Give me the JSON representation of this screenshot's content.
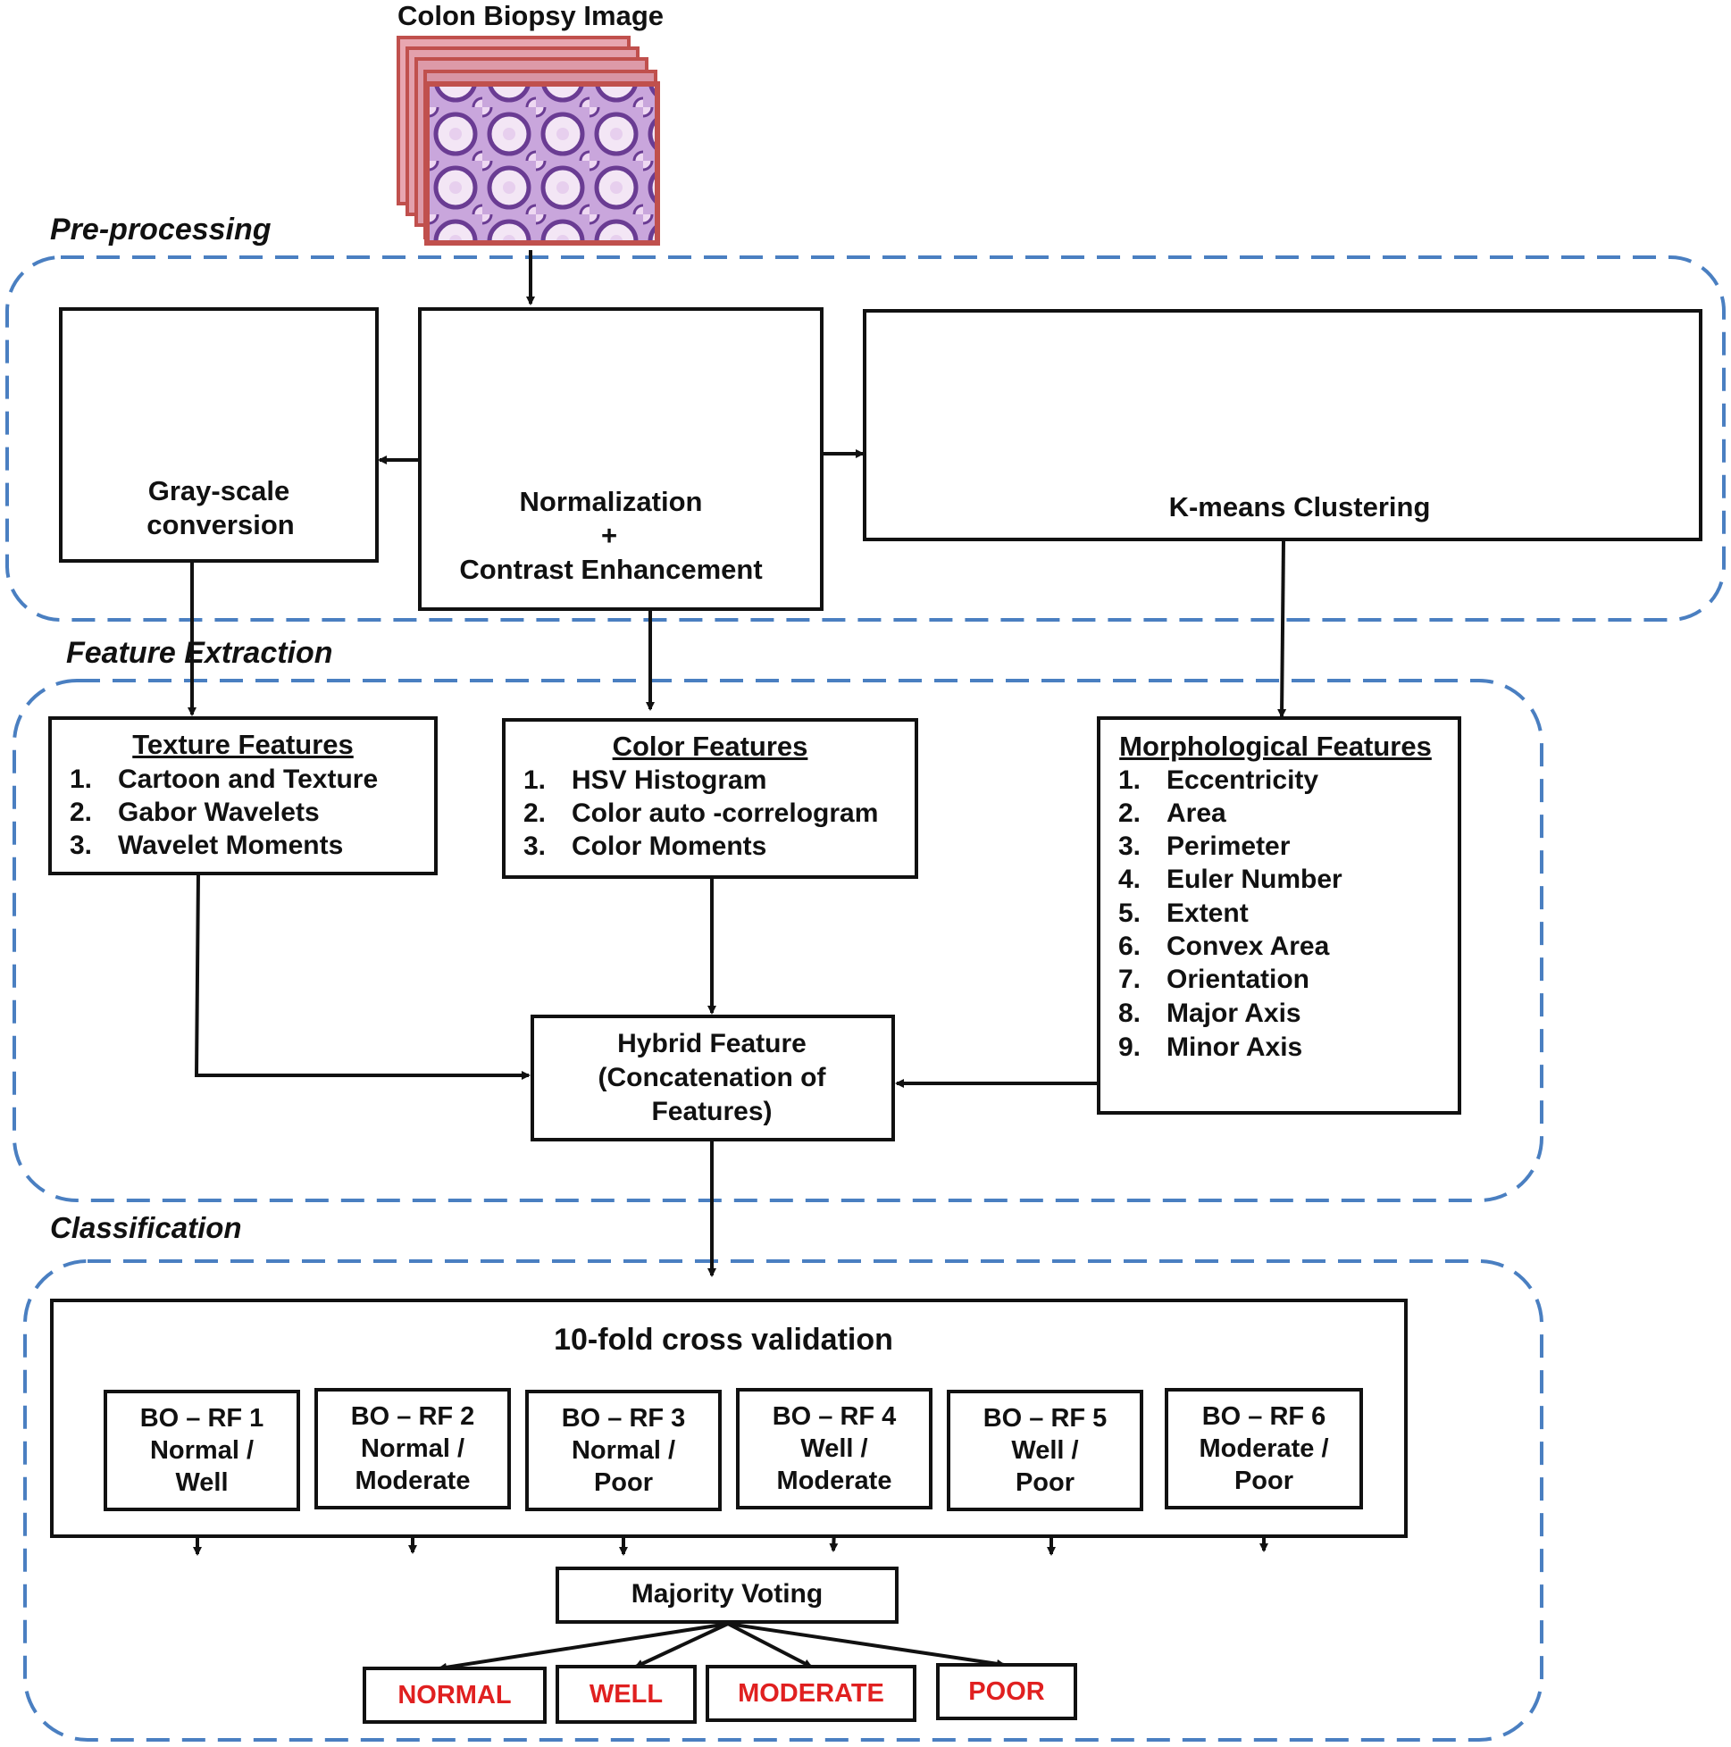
{
  "input": {
    "label": "Colon Biopsy Image"
  },
  "sections": {
    "preprocessing": "Pre-processing",
    "feature_extraction": "Feature  Extraction",
    "classification": "Classification"
  },
  "preprocessing": {
    "grayscale": {
      "line1": "Gray-scale",
      "line2": "conversion"
    },
    "normalization": {
      "line1": "Normalization",
      "line2": "+",
      "line3": "Contrast Enhancement"
    },
    "kmeans": {
      "label": "K-means Clustering"
    }
  },
  "features": {
    "texture": {
      "title": "Texture Features",
      "items": [
        {
          "n": "1.",
          "text": "Cartoon and Texture"
        },
        {
          "n": "2.",
          "text": "Gabor Wavelets"
        },
        {
          "n": "3.",
          "text": "Wavelet Moments"
        }
      ]
    },
    "color": {
      "title": "Color Features",
      "items": [
        {
          "n": "1.",
          "text": "HSV Histogram"
        },
        {
          "n": "2.",
          "text": "Color auto -correlogram"
        },
        {
          "n": "3.",
          "text": "Color Moments"
        }
      ]
    },
    "morphological": {
      "title": "Morphological  Features",
      "items": [
        {
          "n": "1.",
          "text": "Eccentricity"
        },
        {
          "n": "2.",
          "text": "Area"
        },
        {
          "n": "3.",
          "text": "Perimeter"
        },
        {
          "n": "4.",
          "text": "Euler Number"
        },
        {
          "n": "5.",
          "text": "Extent"
        },
        {
          "n": "6.",
          "text": "Convex Area"
        },
        {
          "n": "7.",
          "text": "Orientation"
        },
        {
          "n": "8.",
          "text": "Major Axis"
        },
        {
          "n": "9.",
          "text": "Minor Axis"
        }
      ]
    },
    "hybrid": {
      "line1": "Hybrid Feature",
      "line2": "(Concatenation  of",
      "line3": "Features)"
    }
  },
  "classification": {
    "cv_title": "10-fold cross validation",
    "classifiers": [
      {
        "l1": "BO – RF 1",
        "l2": "Normal /",
        "l3": "Well"
      },
      {
        "l1": "BO – RF 2",
        "l2": "Normal /",
        "l3": "Moderate"
      },
      {
        "l1": "BO – RF 3",
        "l2": "Normal /",
        "l3": "Poor"
      },
      {
        "l1": "BO – RF 4",
        "l2": "Well /",
        "l3": "Moderate"
      },
      {
        "l1": "BO – RF 5",
        "l2": "Well /",
        "l3": "Poor"
      },
      {
        "l1": "BO – RF 6",
        "l2": "Moderate /",
        "l3": "Poor"
      }
    ],
    "voting": "Majority  Voting",
    "outputs": [
      "NORMAL",
      "WELL",
      "MODERATE",
      "POOR"
    ]
  },
  "colors": {
    "dashed_border": "#4a7fc1",
    "output_text": "#e02020",
    "image_frame": "#c0504d",
    "tissue_purple": "#9b6bc0"
  }
}
